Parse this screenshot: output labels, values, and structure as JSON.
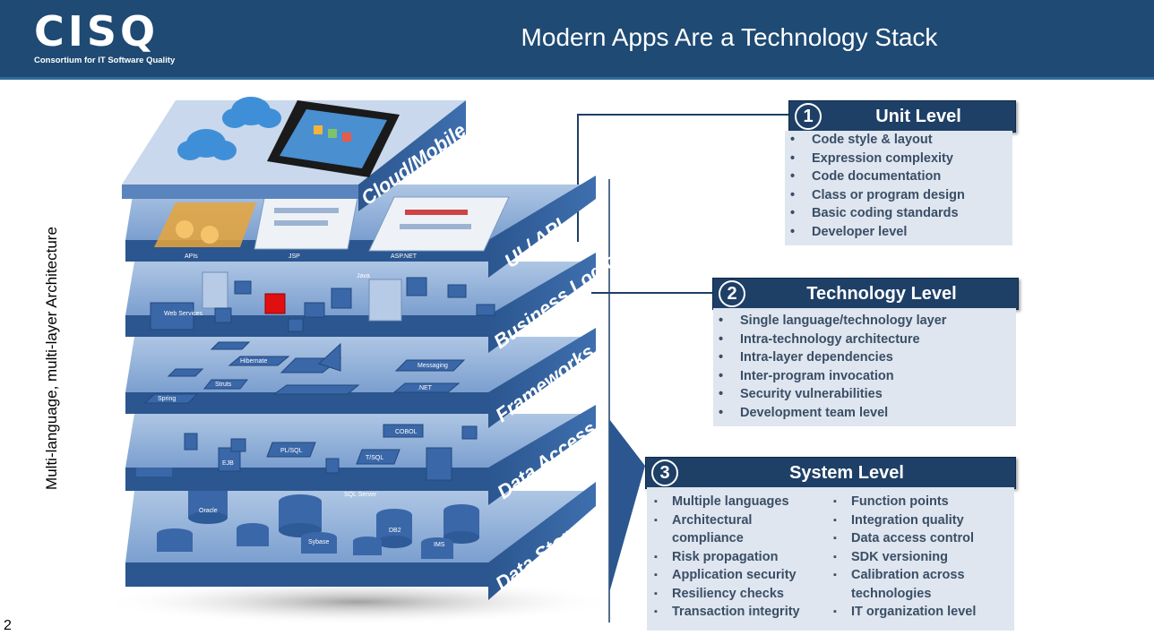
{
  "header": {
    "logo": "CISQ",
    "logo_subtitle": "Consortium for IT Software Quality",
    "title": "Modern Apps Are a Technology Stack"
  },
  "slide_number": "2",
  "vertical_label": "Multi-language, multi-layer Architecture",
  "layers": [
    {
      "label": "Cloud/Mobile"
    },
    {
      "label": "UI / API"
    },
    {
      "label": "Business Logic"
    },
    {
      "label": "Frameworks"
    },
    {
      "label": "Data Access"
    },
    {
      "label": "Data Storage"
    }
  ],
  "component_labels": {
    "apis": "APIs",
    "jsp": "JSP",
    "aspnet": "ASP.NET",
    "web_services": "Web Services",
    "java": "Java",
    "hibernate": "Hibernate",
    "struts": "Struts",
    "spring": "Spring",
    "messaging": "Messaging",
    "dotnet": ".NET",
    "cobol": "COBOL",
    "plsql": "PL/SQL",
    "tsql": "T/SQL",
    "ejb": "EJB",
    "oracle": "Oracle",
    "sql_server": "SQL Server",
    "sybase": "Sybase",
    "db2": "DB2",
    "ims": "IMS"
  },
  "levels": [
    {
      "number": "1",
      "title": "Unit Level",
      "items": [
        "Code style & layout",
        "Expression complexity",
        "Code documentation",
        "Class or program design",
        "Basic coding standards",
        "Developer level"
      ]
    },
    {
      "number": "2",
      "title": "Technology Level",
      "items": [
        "Single language/technology layer",
        "Intra-technology architecture",
        "Intra-layer dependencies",
        "Inter-program invocation",
        "Security vulnerabilities",
        "Development team level"
      ]
    },
    {
      "number": "3",
      "title": "System Level",
      "items_left": [
        "Multiple languages",
        "Architectural compliance",
        "Risk propagation",
        "Application security",
        "Resiliency checks",
        "Transaction integrity"
      ],
      "items_right": [
        "Function points",
        "Integration quality",
        "Data access control",
        "SDK versioning",
        "Calibration across technologies",
        "IT organization level"
      ]
    }
  ],
  "colors": {
    "header_bg": "#1e4a73",
    "panel_head": "#1e3f66",
    "panel_body": "#dfe6ef",
    "layer_blue": "#3c6aa6",
    "layer_top": "#8faed6",
    "bullet_text": "#3a4e66"
  }
}
